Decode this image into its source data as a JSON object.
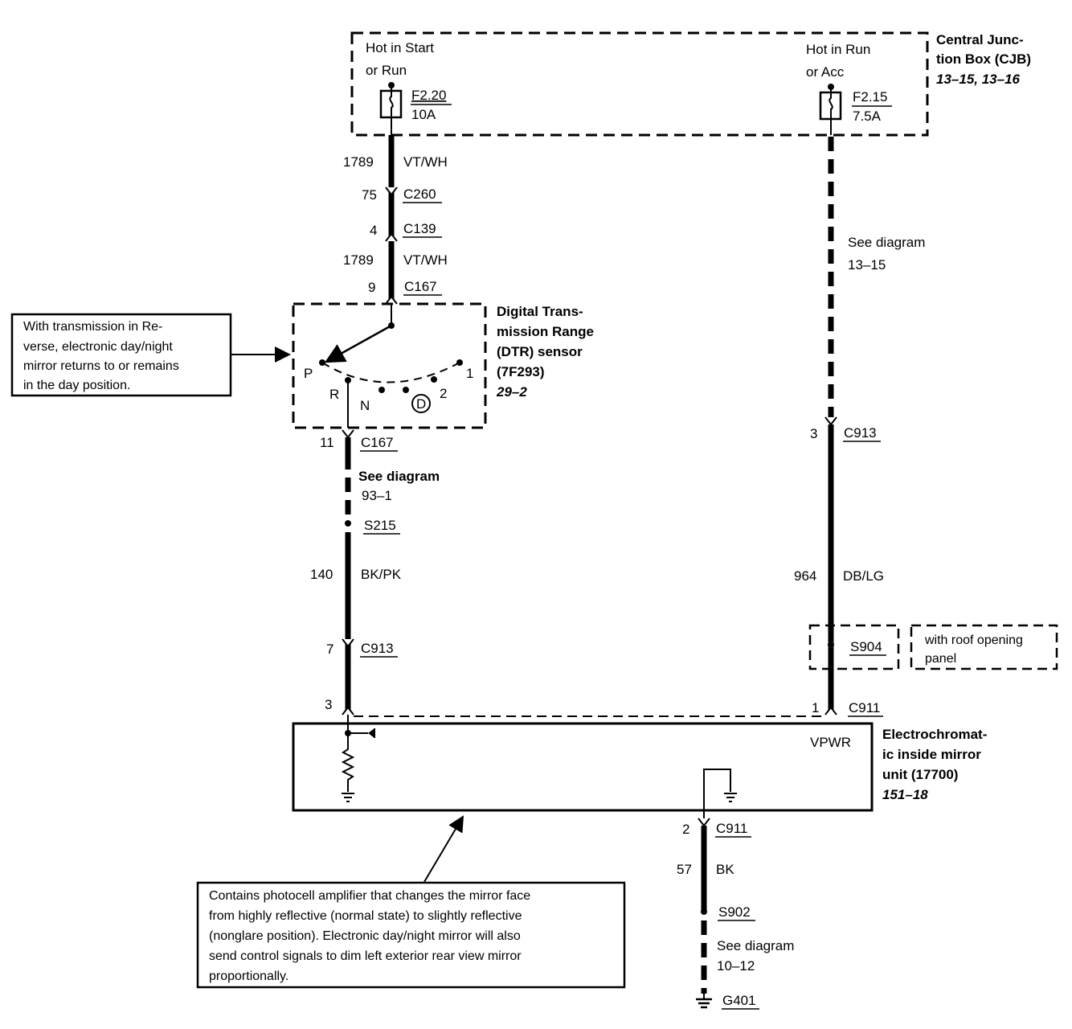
{
  "cjb": {
    "title_line1": "Central Junc-",
    "title_line2": "tion Box (CJB)",
    "ref": "13–15, 13–16",
    "left_hot1": "Hot in Start",
    "left_hot2": "or Run",
    "left_fuse_id": "F2.20",
    "left_fuse_amp": "10A",
    "right_hot1": "Hot in Run",
    "right_hot2": "or Acc",
    "right_fuse_id": "F2.15",
    "right_fuse_amp": "7.5A"
  },
  "left_wire": {
    "circuit1": "1789",
    "color1": "VT/WH",
    "c260_pin": "75",
    "c260": "C260",
    "c139_pin": "4",
    "c139": "C139",
    "circuit2": "1789",
    "color2": "VT/WH",
    "c167_pin_top": "9",
    "c167_top": "C167"
  },
  "dtr": {
    "title_line1": "Digital Trans-",
    "title_line2": "mission Range",
    "title_line3": "(DTR) sensor",
    "title_line4": "(7F293)",
    "ref": "29–2",
    "pos_p": "P",
    "pos_r": "R",
    "pos_n": "N",
    "pos_d": "D",
    "pos_2": "2",
    "pos_1": "1"
  },
  "reverse_note": {
    "line1": "With transmission in Re-",
    "line2": "verse, electronic day/night",
    "line3": "mirror returns to or remains",
    "line4": "in the day position."
  },
  "lower_left_wire": {
    "c167_pin": "11",
    "c167": "C167",
    "see1": "See diagram",
    "see2": "93–1",
    "s215": "S215",
    "circuit": "140",
    "color": "BK/PK",
    "c913_pin": "7",
    "c913": "C913",
    "mirror_pin": "3"
  },
  "right_wire": {
    "see1": "See diagram",
    "see2": "13–15",
    "c913_pin": "3",
    "c913": "C913",
    "circuit": "964",
    "color": "DB/LG",
    "s904": "S904",
    "roof1": "with roof opening",
    "roof2": "panel",
    "c911_pin": "1",
    "c911": "C911"
  },
  "mirror": {
    "vpwr": "VPWR",
    "title_line1": "Electrochromat-",
    "title_line2": "ic inside mirror",
    "title_line3": "unit (17700)",
    "ref": "151–18"
  },
  "ground_wire": {
    "c911_pin": "2",
    "c911": "C911",
    "circuit": "57",
    "color": "BK",
    "s902": "S902",
    "see1": "See diagram",
    "see2": "10–12",
    "g401": "G401"
  },
  "photocell_note": {
    "line1": "Contains photocell amplifier that changes the mirror face",
    "line2": "from highly reflective (normal state) to slightly reflective",
    "line3": "(nonglare position). Electronic day/night mirror will also",
    "line4": "send control signals to dim left exterior rear view mirror",
    "line5": "proportionally."
  }
}
